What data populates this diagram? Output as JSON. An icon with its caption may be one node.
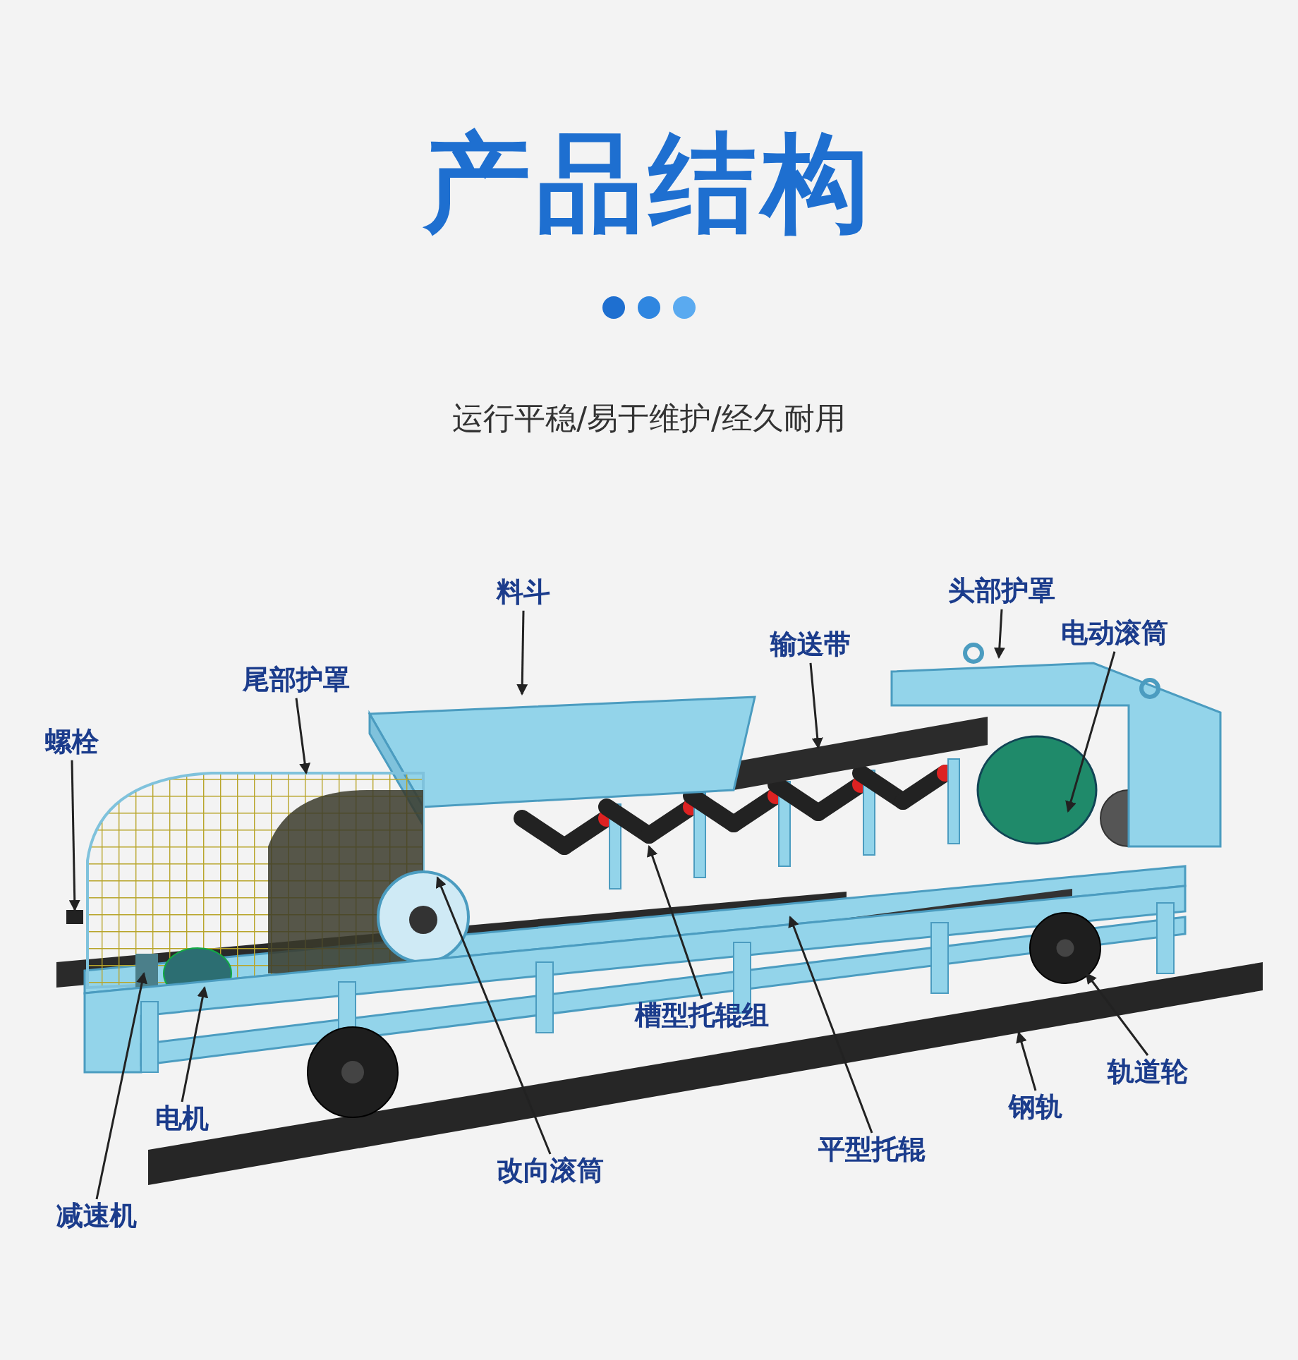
{
  "diagram": {
    "title": "产品结构",
    "nodes": [
      {
        "text": [
          "料斗"
        ]
      },
      {
        "text": [
          "尾部护罩"
        ]
      },
      {
        "text": [
          "螺栓"
        ]
      },
      {
        "text": [
          "输送带"
        ]
      },
      {
        "text": [
          "头部护罩"
        ]
      },
      {
        "text": [
          "电动滚筒"
        ]
      },
      {
        "text": [
          "电机"
        ]
      },
      {
        "text": [
          "减速机"
        ]
      },
      {
        "text": [
          "改向滚筒"
        ]
      },
      {
        "text": [
          "槽型托辊组"
        ]
      },
      {
        "text": [
          "平型托辊"
        ]
      },
      {
        "text": [
          "钢轨"
        ]
      },
      {
        "text": [
          "轨道轮"
        ]
      }
    ],
    "edges": [
      {
        "from": 0,
        "to": null,
        "arrow": "to"
      },
      {
        "from": 1,
        "to": null,
        "arrow": "to"
      },
      {
        "from": 2,
        "to": null,
        "arrow": "to"
      },
      {
        "from": 3,
        "to": null,
        "arrow": "to"
      },
      {
        "from": 4,
        "to": null,
        "arrow": "to"
      },
      {
        "from": 5,
        "to": null,
        "arrow": "to"
      },
      {
        "from": 6,
        "to": null,
        "arrow": "to"
      },
      {
        "from": 7,
        "to": null,
        "arrow": "to"
      },
      {
        "from": 8,
        "to": null,
        "arrow": "to"
      },
      {
        "from": 9,
        "to": null,
        "arrow": "to"
      },
      {
        "from": 10,
        "to": null,
        "arrow": "to"
      },
      {
        "from": 11,
        "to": null,
        "arrow": "to"
      },
      {
        "from": 12,
        "to": null,
        "arrow": "to"
      }
    ],
    "labels": [
      "运行平稳/易于维护/经久耐用"
    ]
  }
}
